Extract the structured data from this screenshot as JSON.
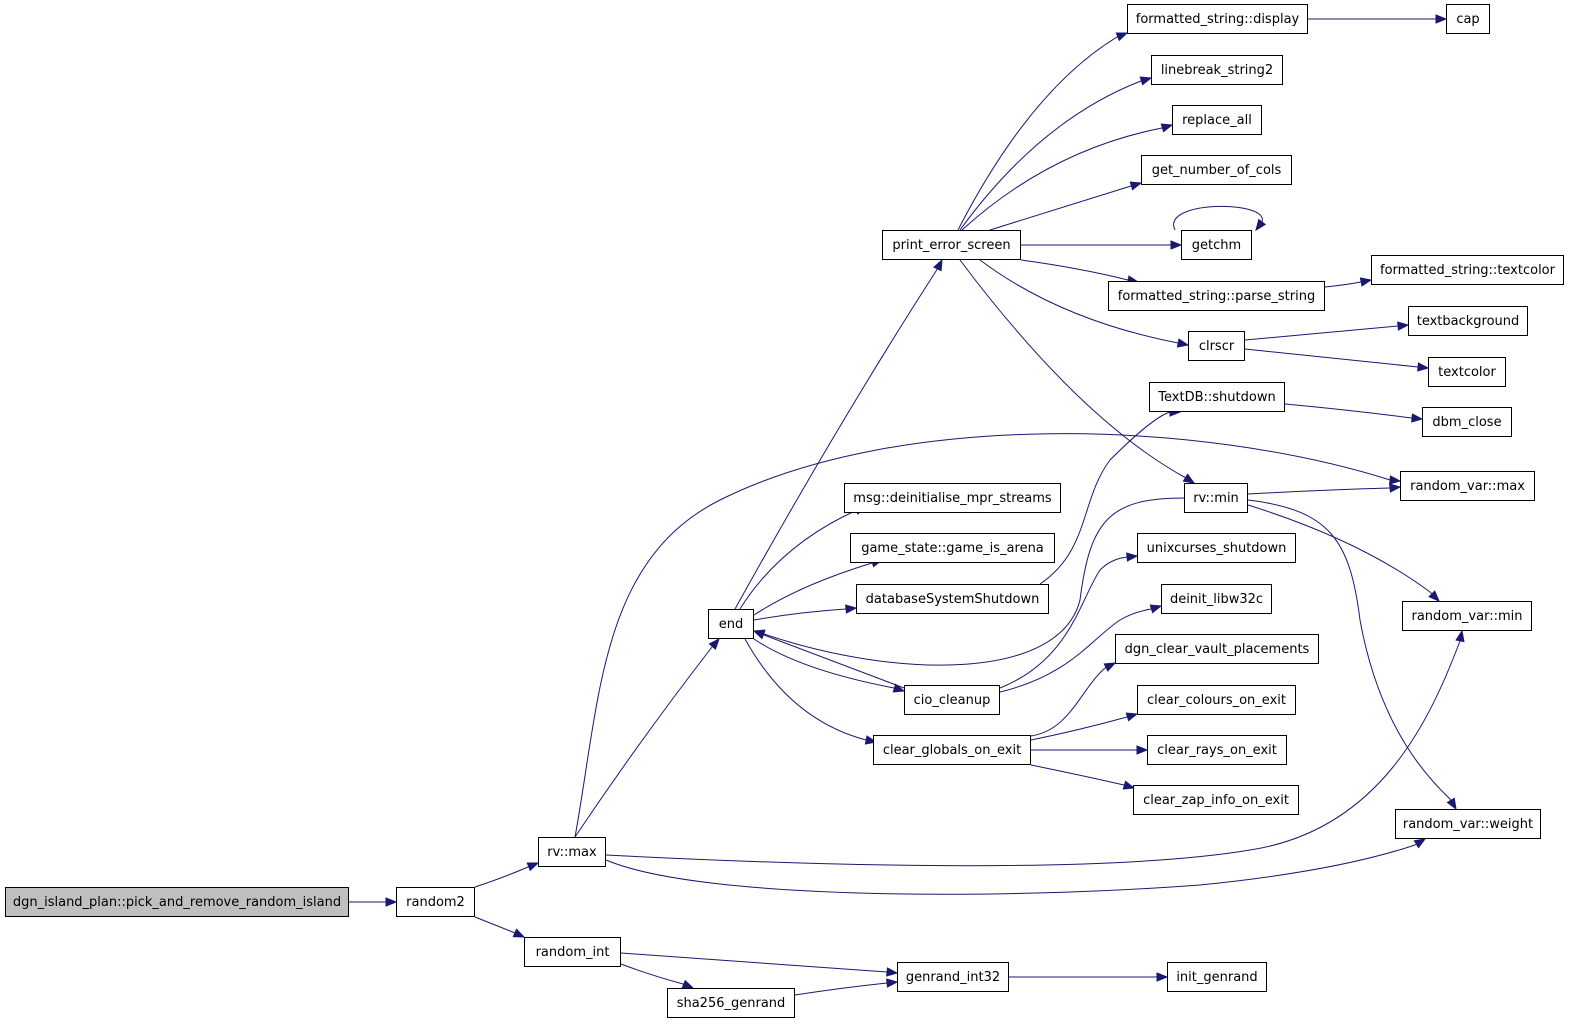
{
  "graph": {
    "edge_color": "#191970",
    "root_fill": "#bfbfbf",
    "nodes": [
      {
        "id": "pick",
        "label": "dgn_island_plan::pick_and_remove_random_island",
        "root": true
      },
      {
        "id": "random2",
        "label": "random2"
      },
      {
        "id": "rvmax",
        "label": "rv::max"
      },
      {
        "id": "random_int",
        "label": "random_int"
      },
      {
        "id": "sha",
        "label": "sha256_genrand"
      },
      {
        "id": "genrand",
        "label": "genrand_int32"
      },
      {
        "id": "init_genrand",
        "label": "init_genrand"
      },
      {
        "id": "end",
        "label": "end"
      },
      {
        "id": "pes",
        "label": "print_error_screen"
      },
      {
        "id": "fsdisplay",
        "label": "formatted_string::display"
      },
      {
        "id": "cap",
        "label": "cap"
      },
      {
        "id": "lb2",
        "label": "linebreak_string2"
      },
      {
        "id": "replace_all",
        "label": "replace_all"
      },
      {
        "id": "gnc",
        "label": "get_number_of_cols"
      },
      {
        "id": "getchm",
        "label": "getchm"
      },
      {
        "id": "fsparse",
        "label": "formatted_string::parse_string"
      },
      {
        "id": "fstextcolor",
        "label": "formatted_string::textcolor"
      },
      {
        "id": "clrscr",
        "label": "clrscr"
      },
      {
        "id": "textbackground",
        "label": "textbackground"
      },
      {
        "id": "textcolor",
        "label": "textcolor"
      },
      {
        "id": "tdbshut",
        "label": "TextDB::shutdown"
      },
      {
        "id": "dbm_close",
        "label": "dbm_close"
      },
      {
        "id": "rvmin",
        "label": "rv::min"
      },
      {
        "id": "rvar_max",
        "label": "random_var::max"
      },
      {
        "id": "rvar_min",
        "label": "random_var::min"
      },
      {
        "id": "rvar_weight",
        "label": "random_var::weight"
      },
      {
        "id": "msg",
        "label": "msg::deinitialise_mpr_streams"
      },
      {
        "id": "gsarena",
        "label": "game_state::game_is_arena"
      },
      {
        "id": "dbss",
        "label": "databaseSystemShutdown"
      },
      {
        "id": "ucs",
        "label": "unixcurses_shutdown"
      },
      {
        "id": "deinit",
        "label": "deinit_libw32c"
      },
      {
        "id": "cio",
        "label": "cio_cleanup"
      },
      {
        "id": "dgncvp",
        "label": "dgn_clear_vault_placements"
      },
      {
        "id": "cgoe",
        "label": "clear_globals_on_exit"
      },
      {
        "id": "ccoe",
        "label": "clear_colours_on_exit"
      },
      {
        "id": "croe",
        "label": "clear_rays_on_exit"
      },
      {
        "id": "czoe",
        "label": "clear_zap_info_on_exit"
      }
    ]
  }
}
